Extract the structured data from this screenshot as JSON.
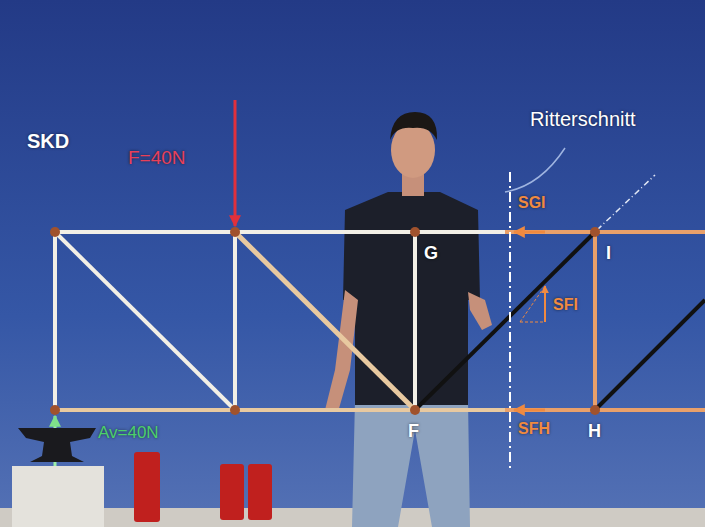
{
  "diagram": {
    "labels": [
      "SKD",
      "F=40N",
      "Ritterschnitt",
      "G",
      "I",
      "F",
      "H",
      "SGI",
      "SFI",
      "SFH",
      "Av=40N"
    ]
  }
}
